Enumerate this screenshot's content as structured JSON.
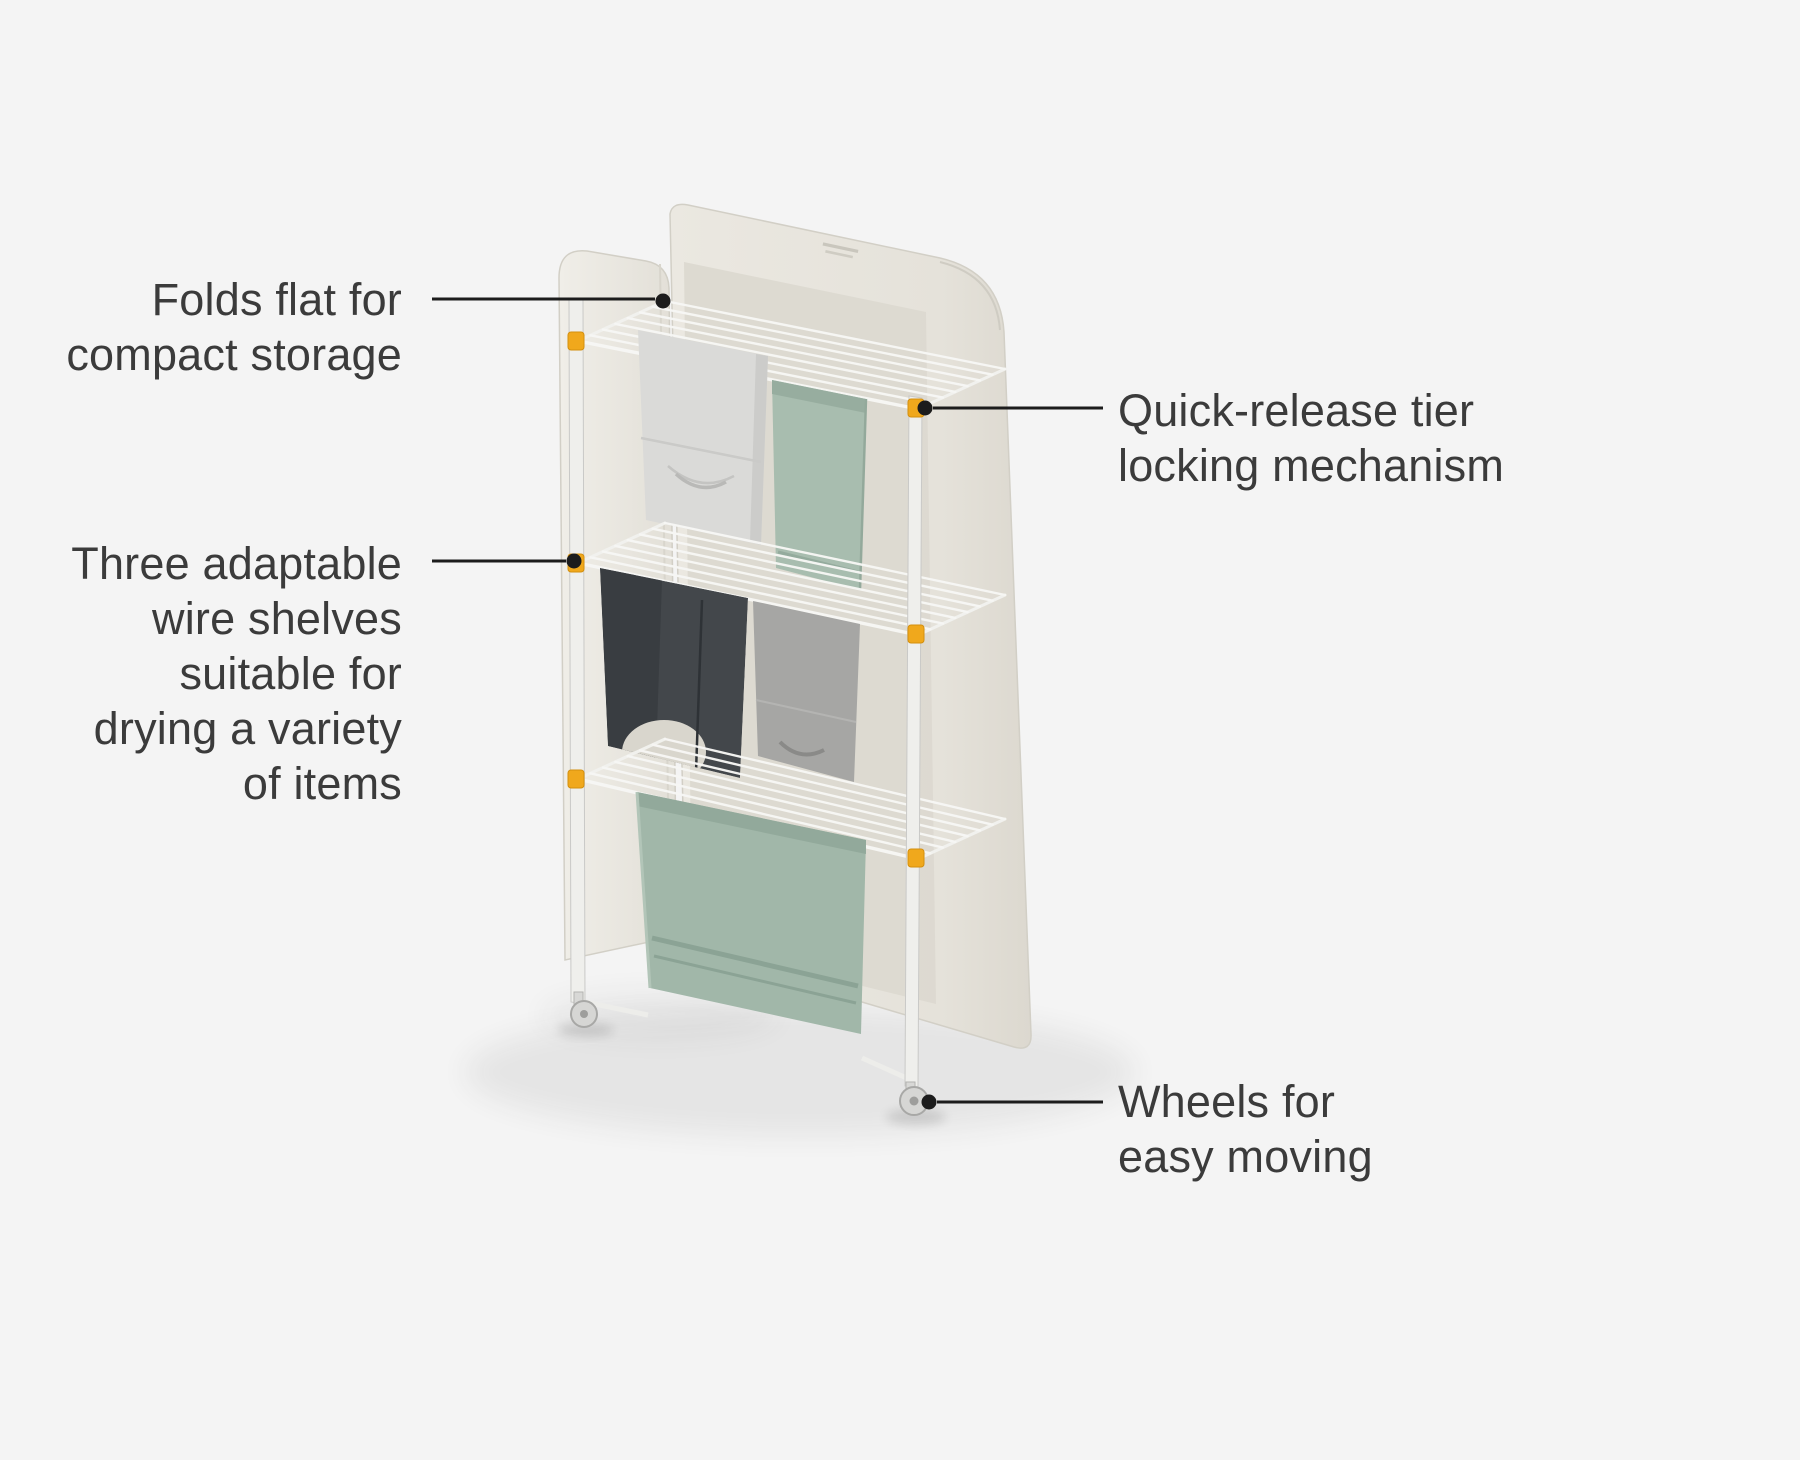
{
  "background": {
    "color": "#f4f4f4"
  },
  "callouts": {
    "folds": {
      "lines": [
        "Folds flat for",
        "compact storage"
      ]
    },
    "lock": {
      "lines": [
        "Quick-release tier",
        "locking mechanism"
      ]
    },
    "shelves": {
      "lines": [
        "Three adaptable",
        "wire shelves",
        "suitable for",
        "drying a variety",
        "of items"
      ]
    },
    "wheels": {
      "lines": [
        "Wheels for",
        "easy moving"
      ]
    }
  },
  "illustration": {
    "subject": "three-tier folding clothes airer with fabric cover, laundry drying on wire shelves",
    "colors": {
      "panel": "#e7e4dc",
      "panel_inner": "#dcd8cf",
      "wire": "#f7f7f5",
      "clip_yellow": "#f0a81c",
      "towel_green": "#a3b9ab",
      "garment_charcoal": "#43474b",
      "shirt_grey": "#a6a6a4",
      "shirt_light": "#dadad8",
      "frame_white": "#efefec",
      "text": "#3b3b3b",
      "leader": "#1c1c1c"
    }
  }
}
